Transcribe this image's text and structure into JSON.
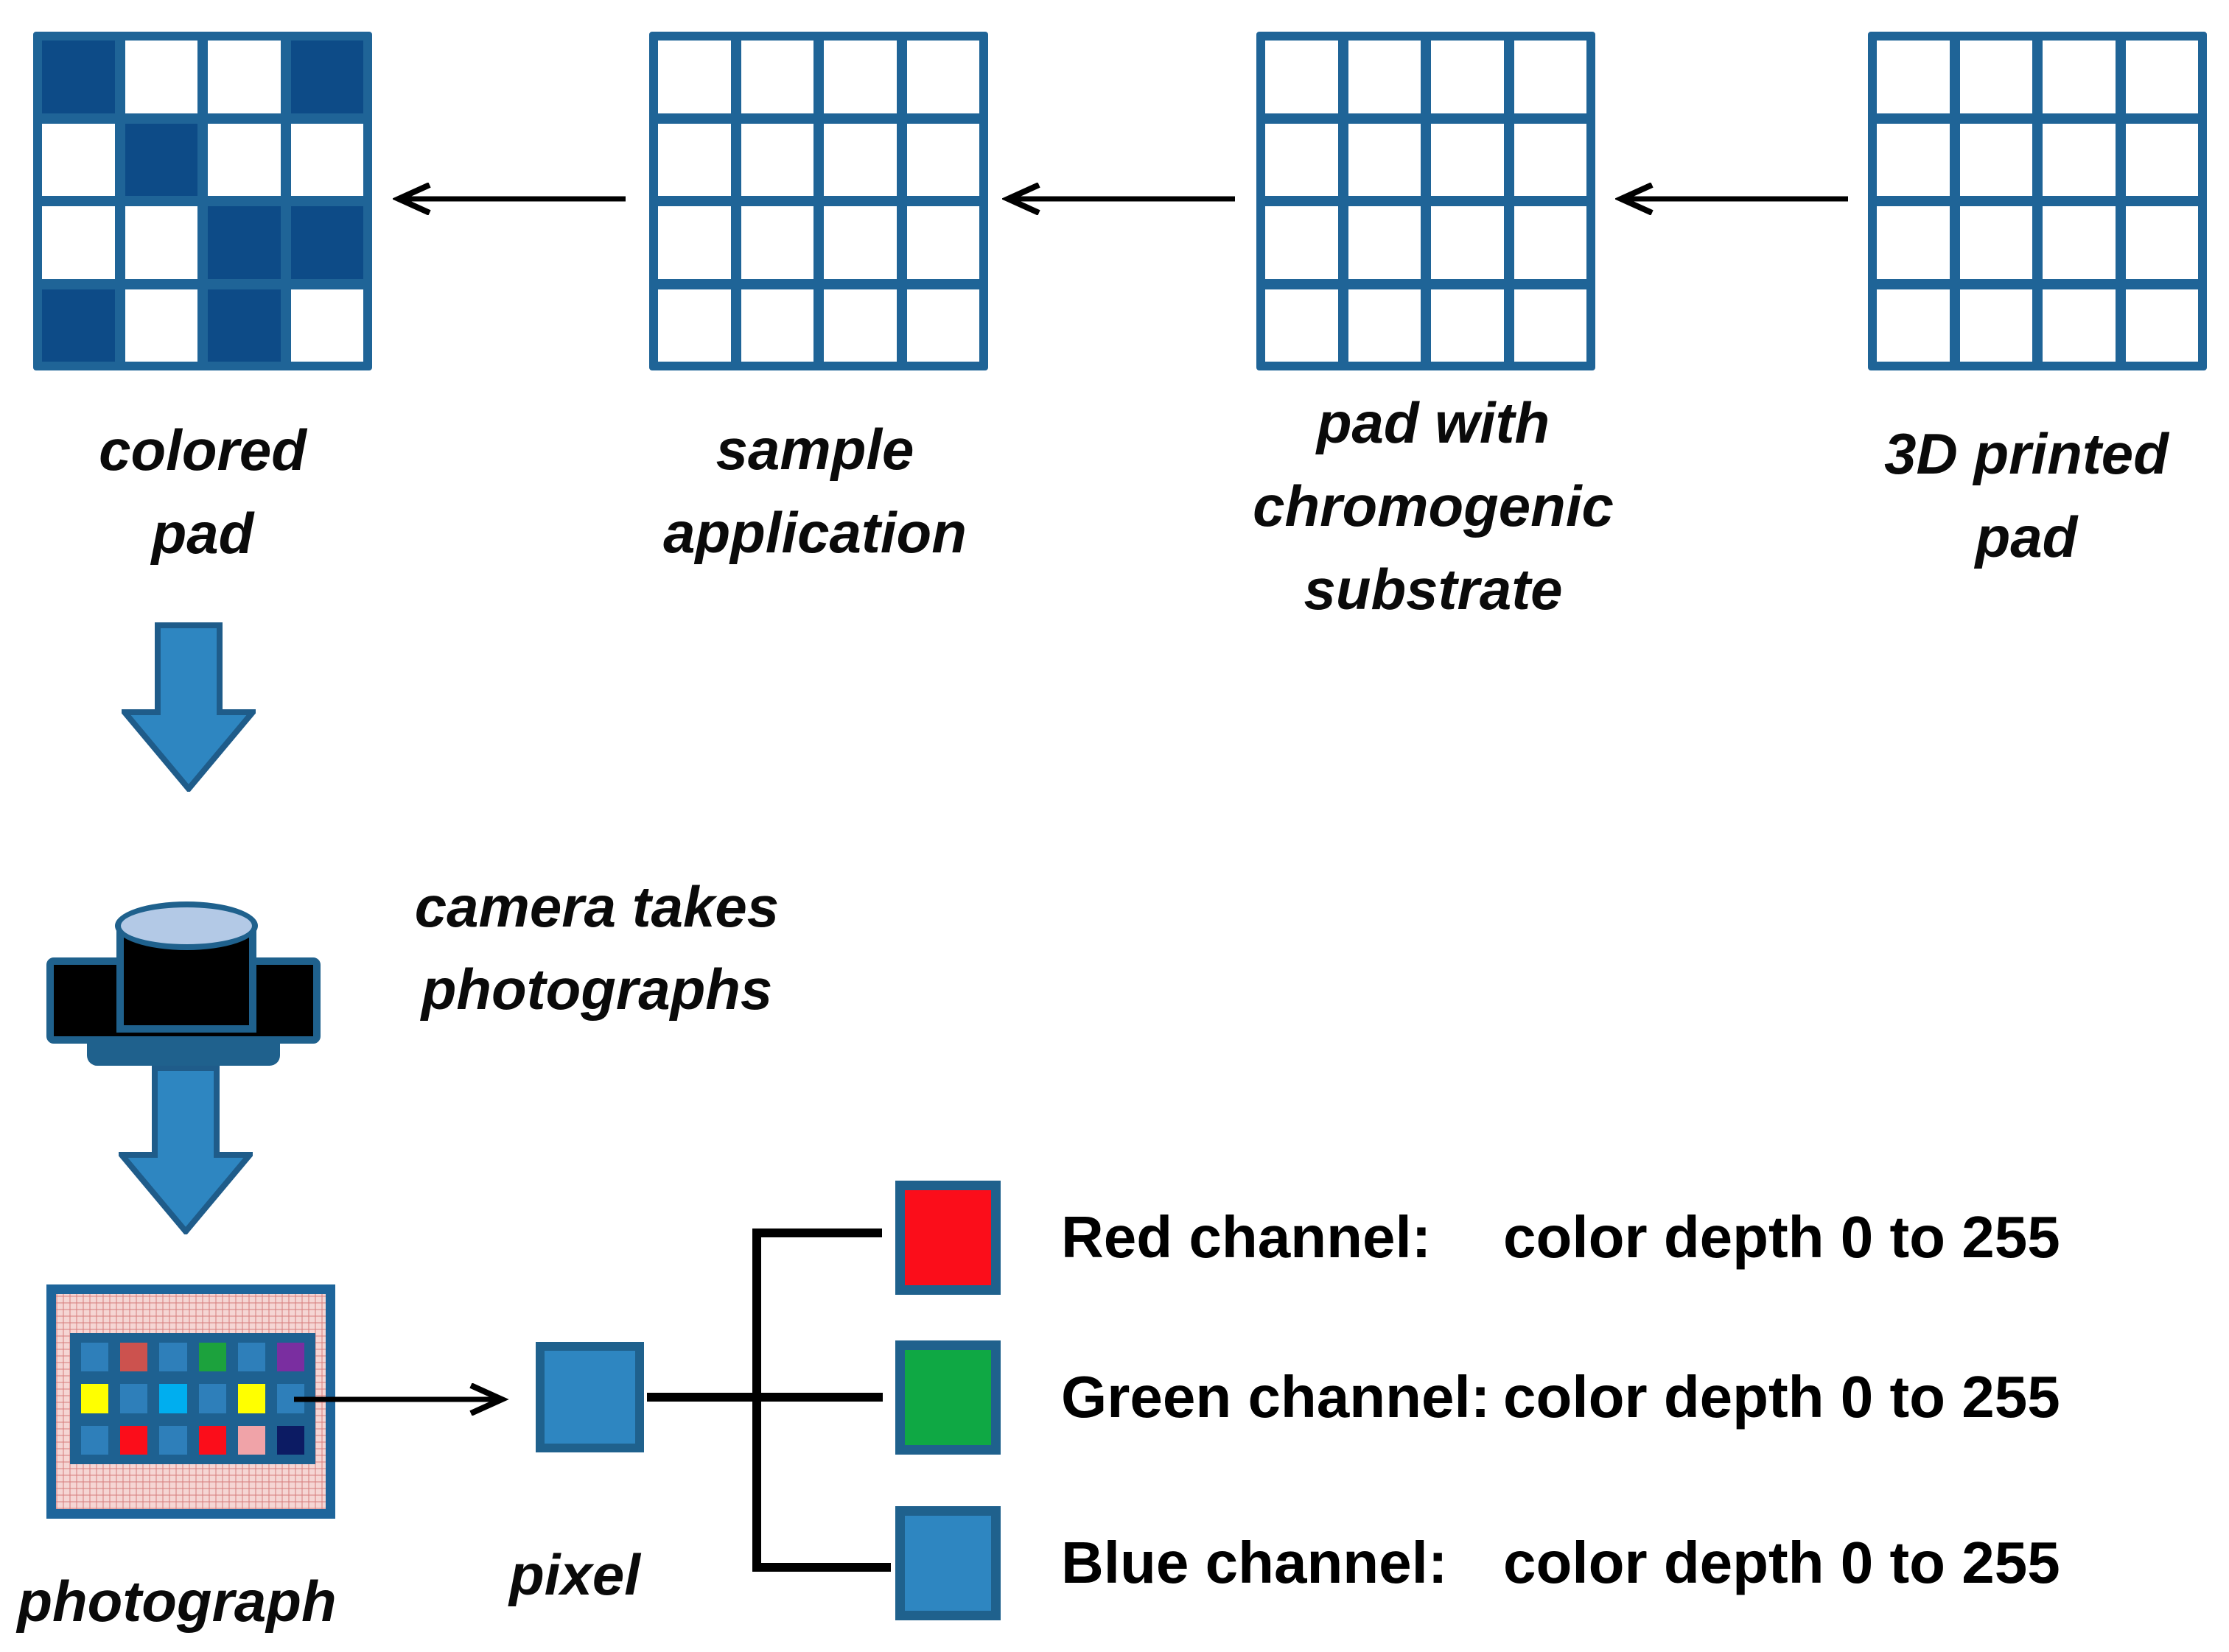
{
  "colors": {
    "grid_line": "#1f6497",
    "pad_cell_filled": "#0d4b87",
    "pad_cell_empty": "#ffffff",
    "block_arrow_fill": "#2e86c1",
    "block_arrow_border": "#1f5c8a",
    "camera_outline": "#1f618d",
    "camera_body": "#000000",
    "lens_glass": "#b3c9e6",
    "photo_border": "#1e659b",
    "photo_background": "#f5d6d4",
    "photo_panel": "#1e6191",
    "pixel_fill": "#2e86c1",
    "pixel_border": "#1f618d",
    "connector_line": "#000000"
  },
  "pads": [
    {
      "name": "colored-pad",
      "label_lines": [
        "colored",
        "pad"
      ],
      "pattern": [
        [
          1,
          0,
          0,
          1
        ],
        [
          0,
          1,
          0,
          0
        ],
        [
          0,
          0,
          1,
          1
        ],
        [
          1,
          0,
          1,
          0
        ]
      ]
    },
    {
      "name": "sample-application",
      "label_lines": [
        "sample",
        "application"
      ],
      "pattern": [
        [
          0,
          0,
          0,
          0
        ],
        [
          0,
          0,
          0,
          0
        ],
        [
          0,
          0,
          0,
          0
        ],
        [
          0,
          0,
          0,
          0
        ]
      ]
    },
    {
      "name": "pad-with-chromogenic-substrate",
      "label_lines": [
        "pad with",
        "chromogenic",
        "substrate"
      ],
      "pattern": [
        [
          0,
          0,
          0,
          0
        ],
        [
          0,
          0,
          0,
          0
        ],
        [
          0,
          0,
          0,
          0
        ],
        [
          0,
          0,
          0,
          0
        ]
      ]
    },
    {
      "name": "3d-printed-pad",
      "label_lines": [
        "3D printed",
        "pad"
      ],
      "pattern": [
        [
          0,
          0,
          0,
          0
        ],
        [
          0,
          0,
          0,
          0
        ],
        [
          0,
          0,
          0,
          0
        ],
        [
          0,
          0,
          0,
          0
        ]
      ]
    }
  ],
  "camera": {
    "label_lines": [
      "camera takes",
      "photographs"
    ]
  },
  "photograph": {
    "label": "photograph",
    "palette": {
      "B": "#2e7fba",
      "IR": "#cc524e",
      "G": "#1ca23d",
      "P": "#7a2ea0",
      "Y": "#ffff00",
      "C": "#00aeef",
      "R": "#fb0d1a",
      "PK": "#f0a3a8",
      "N": "#0c1b63"
    },
    "cells": [
      [
        "B",
        "IR",
        "B",
        "G",
        "B",
        "P"
      ],
      [
        "Y",
        "B",
        "C",
        "B",
        "Y",
        "B"
      ],
      [
        "B",
        "R",
        "B",
        "R",
        "PK",
        "N"
      ]
    ]
  },
  "pixel": {
    "label": "pixel"
  },
  "channels": [
    {
      "name": "red",
      "label": "Red channel:",
      "value": "color depth 0 to 255",
      "color": "#fb0d1a"
    },
    {
      "name": "green",
      "label": "Green channel:",
      "value": "color depth 0 to 255",
      "color": "#0fa844"
    },
    {
      "name": "blue",
      "label": "Blue channel:",
      "value": "color depth 0 to 255",
      "color": "#2e86c1"
    }
  ]
}
